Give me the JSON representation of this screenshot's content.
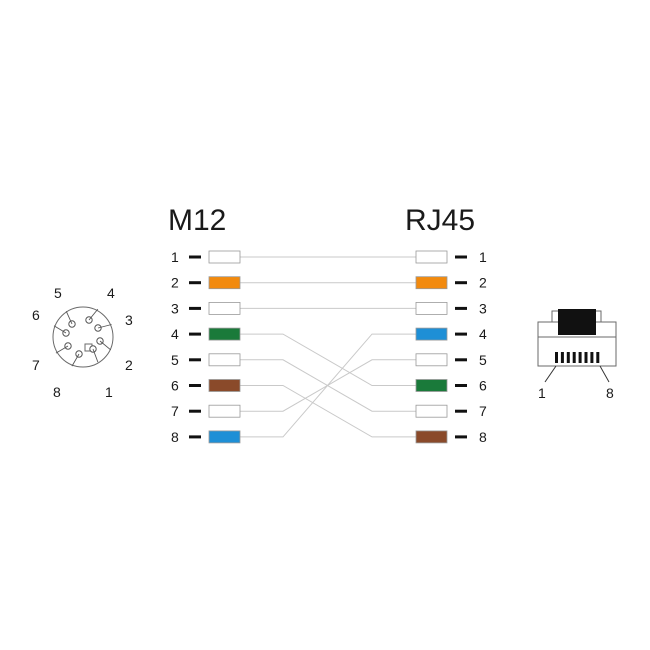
{
  "diagram": {
    "left_title": "M12",
    "right_title": "RJ45",
    "pins": [
      "1",
      "2",
      "3",
      "4",
      "5",
      "6",
      "7",
      "8"
    ],
    "left_colors": [
      "#ffffff",
      "#f28a0e",
      "#ffffff",
      "#1a7a3a",
      "#ffffff",
      "#8a4a2a",
      "#ffffff",
      "#1e8fd6"
    ],
    "right_colors": [
      "#ffffff",
      "#f28a0e",
      "#ffffff",
      "#1e8fd6",
      "#ffffff",
      "#1a7a3a",
      "#ffffff",
      "#8a4a2a"
    ],
    "connections": [
      {
        "from": "1",
        "to": "1"
      },
      {
        "from": "2",
        "to": "2"
      },
      {
        "from": "3",
        "to": "3"
      },
      {
        "from": "4",
        "to": "6"
      },
      {
        "from": "5",
        "to": "7"
      },
      {
        "from": "6",
        "to": "8"
      },
      {
        "from": "7",
        "to": "5"
      },
      {
        "from": "8",
        "to": "4"
      }
    ]
  },
  "m12_connector": {
    "pin_labels": [
      "1",
      "2",
      "3",
      "4",
      "5",
      "6",
      "7",
      "8"
    ]
  },
  "rj45_connector": {
    "first_pin_label": "1",
    "last_pin_label": "8"
  }
}
